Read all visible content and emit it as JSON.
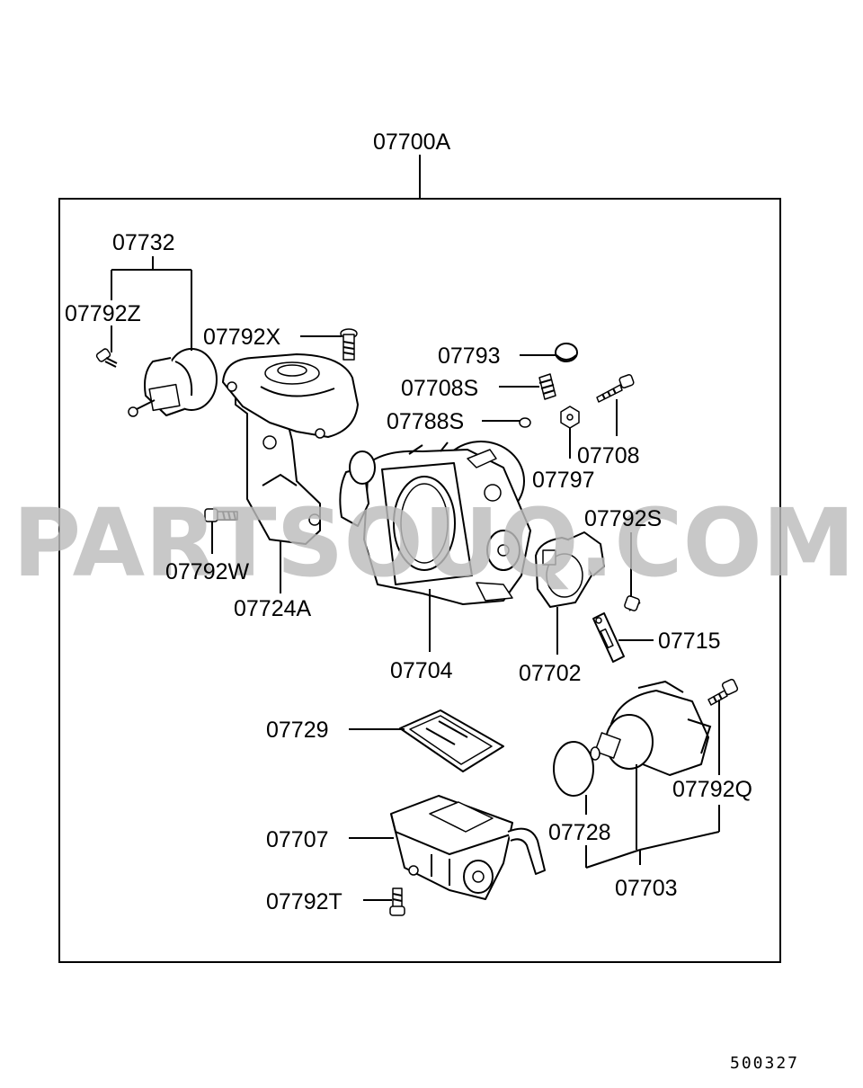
{
  "diagram": {
    "assembly_label": "07700A",
    "document_number": "500327",
    "watermark": "PARTSOUQ.COM",
    "parts": {
      "p07732": "07732",
      "p07792Z": "07792Z",
      "p07792X": "07792X",
      "p07793": "07793",
      "p07708S": "07708S",
      "p07788S": "07788S",
      "p07708": "07708",
      "p07797": "07797",
      "p07792S": "07792S",
      "p07792W": "07792W",
      "p07724A": "07724A",
      "p07704": "07704",
      "p07702": "07702",
      "p07715": "07715",
      "p07729": "07729",
      "p07728": "07728",
      "p07792Q": "07792Q",
      "p07707": "07707",
      "p07703": "07703",
      "p07792T": "07792T"
    }
  }
}
